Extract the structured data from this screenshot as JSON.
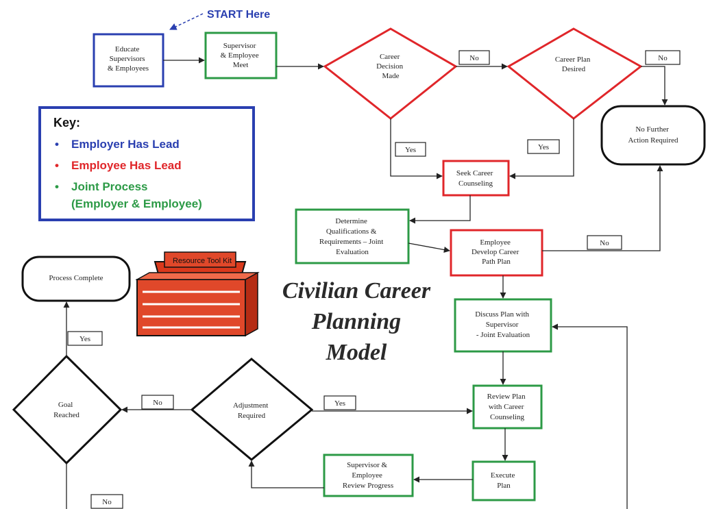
{
  "start_label": "START Here",
  "title": [
    "Civilian Career",
    "Planning",
    "Model"
  ],
  "key": {
    "heading": "Key:",
    "items": [
      {
        "text": "Employer Has Lead",
        "color": "#2a3fb0"
      },
      {
        "text": "Employee Has Lead",
        "color": "#e0262a"
      },
      {
        "text": "Joint Process",
        "color": "#2c9a46"
      },
      {
        "text": "(Employer & Employee)",
        "color": "#2c9a46"
      }
    ]
  },
  "toolkit_label": "Resource Tool Kit",
  "nodes": {
    "educate": [
      "Educate",
      "Supervisors",
      "& Employees"
    ],
    "meet": [
      "Supervisor",
      "& Employee",
      "Meet"
    ],
    "career_decision": [
      "Career",
      "Decision",
      "Made"
    ],
    "career_plan_desired": [
      "Career Plan",
      "Desired"
    ],
    "no_further": [
      "No Further",
      "Action Required"
    ],
    "seek_counseling": [
      "Seek Career",
      "Counseling"
    ],
    "determine_quals": [
      "Determine",
      "Qualifications &",
      "Requirements – Joint",
      "Evaluation"
    ],
    "develop_plan": [
      "Employee",
      "Develop Career",
      "Path Plan"
    ],
    "process_complete": [
      "Process Complete"
    ],
    "discuss_plan": [
      "Discuss Plan with",
      "Supervisor",
      "- Joint Evaluation"
    ],
    "review_plan": [
      "Review Plan",
      "with Career",
      "Counseling"
    ],
    "execute": [
      "Execute",
      "Plan"
    ],
    "review_progress": [
      "Supervisor &",
      "Employee",
      "Review Progress"
    ],
    "adjustment": [
      "Adjustment",
      "Required"
    ],
    "goal": [
      "Goal",
      "Reached"
    ]
  },
  "edge_labels": {
    "no_1": "No",
    "no_2": "No",
    "yes_1": "Yes",
    "yes_2": "Yes",
    "no_3": "No",
    "yes_goal": "Yes",
    "no_goal_adj": "No",
    "yes_adj": "Yes",
    "no_goal_bottom": "No"
  },
  "colors": {
    "employer": "#2a3fb0",
    "employee": "#e0262a",
    "joint": "#2c9a46",
    "neutral": "#111111"
  }
}
